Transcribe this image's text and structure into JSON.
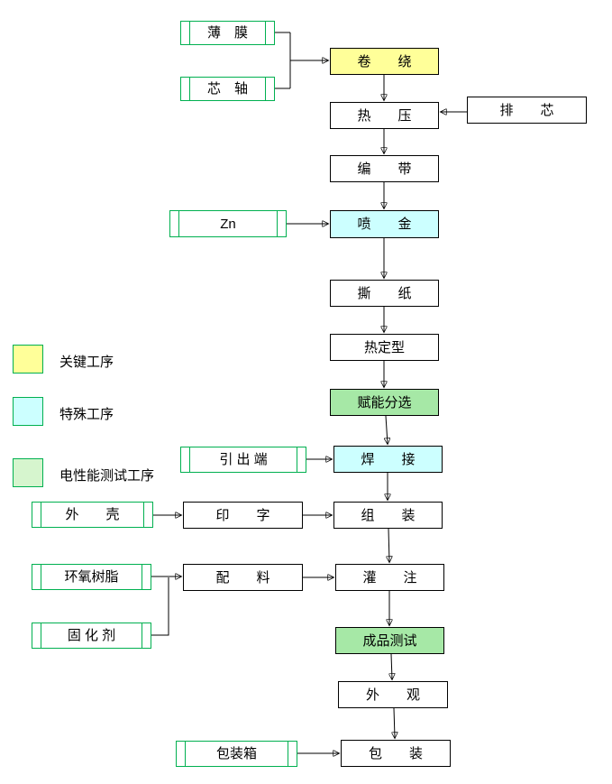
{
  "diagram_title": "",
  "nodes": {
    "film": {
      "label": "薄　膜",
      "type": "input"
    },
    "mandrel": {
      "label": "芯　轴",
      "type": "input"
    },
    "winding": {
      "label": "卷　　绕",
      "type": "key-process"
    },
    "hot_press": {
      "label": "热　　压",
      "type": "process"
    },
    "row_core": {
      "label": "排　　芯",
      "type": "process"
    },
    "taping": {
      "label": "编　　带",
      "type": "process"
    },
    "zn": {
      "label": "Zn",
      "type": "input"
    },
    "metal_spray": {
      "label": "喷　　金",
      "type": "special-process"
    },
    "tear_paper": {
      "label": "撕　　纸",
      "type": "process"
    },
    "heat_setting": {
      "label": "热定型",
      "type": "process"
    },
    "energize_sorting": {
      "label": "赋能分选",
      "type": "test-process"
    },
    "lead_out": {
      "label": "引 出 端",
      "type": "input"
    },
    "welding": {
      "label": "焊　　接",
      "type": "special-process"
    },
    "shell": {
      "label": "外　　壳",
      "type": "input"
    },
    "printing": {
      "label": "印　　字",
      "type": "process"
    },
    "assembly": {
      "label": "组　　装",
      "type": "process"
    },
    "epoxy_resin": {
      "label": "环氧树脂",
      "type": "input"
    },
    "compounding": {
      "label": "配　　料",
      "type": "process"
    },
    "potting": {
      "label": "灌　　注",
      "type": "process"
    },
    "hardener": {
      "label": "固 化 剂",
      "type": "input"
    },
    "final_test": {
      "label": "成品测试",
      "type": "test-process"
    },
    "appearance": {
      "label": "外　　观",
      "type": "process"
    },
    "packing_box": {
      "label": "包装箱",
      "type": "input"
    },
    "packing": {
      "label": "包　　装",
      "type": "process"
    }
  },
  "legend": {
    "items": [
      {
        "label": "关键工序",
        "color": "#FFFF99"
      },
      {
        "label": "特殊工序",
        "color": "#CCFFFF"
      },
      {
        "label": "电性能测试工序",
        "color": "#D6F5CE"
      }
    ]
  },
  "colors": {
    "key_process": "#FFFF99",
    "special_process": "#CCFFFF",
    "test_process": "#A6E8A6",
    "input_border": "#00B050",
    "process_border": "#000000",
    "connector": "#000000"
  }
}
